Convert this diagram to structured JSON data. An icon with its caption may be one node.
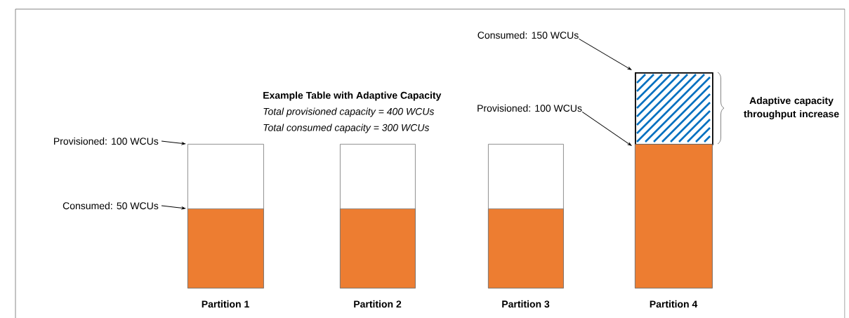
{
  "diagram": {
    "nodes": [
      {
        "text": [
          "Provisioned: 100 WCUs"
        ]
      },
      {
        "text": [
          "Consumed: 50 WCUs"
        ]
      },
      {
        "text": [],
        "shape": "box",
        "beside": [
          "Partition 1"
        ]
      },
      {
        "text": [],
        "shape": "bar",
        "in": 2
      },
      {
        "text": [],
        "shape": "box",
        "beside": [
          "Partition 2"
        ]
      },
      {
        "text": [],
        "shape": "bar",
        "in": 4
      },
      {
        "text": [],
        "shape": "box",
        "beside": [
          "Partition 3"
        ]
      },
      {
        "text": [],
        "shape": "bar",
        "in": 6
      },
      {
        "text": [
          "Consumed: 150 WCUs"
        ]
      },
      {
        "text": [
          "Provisioned: 100 WCUs"
        ]
      },
      {
        "text": [],
        "shape": "box",
        "beside": [
          "Partition 4"
        ]
      },
      {
        "text": [],
        "shape": "box",
        "in": 10
      },
      {
        "text": [],
        "shape": "bar",
        "in": 10
      }
    ],
    "edges": [
      {
        "from": 0,
        "to": 2,
        "arrow": "to"
      },
      {
        "from": 1,
        "to": 3,
        "arrow": "to"
      },
      {
        "from": 8,
        "to": 11,
        "arrow": "to"
      },
      {
        "from": 9,
        "to": 12,
        "arrow": "to"
      }
    ],
    "labels": [
      "Example Table with Adaptive Capacity",
      "Total provisioned capacity = 400 WCUs",
      "Total consumed capacity = 300 WCUs",
      "Adaptive capacity throughput increase"
    ]
  }
}
